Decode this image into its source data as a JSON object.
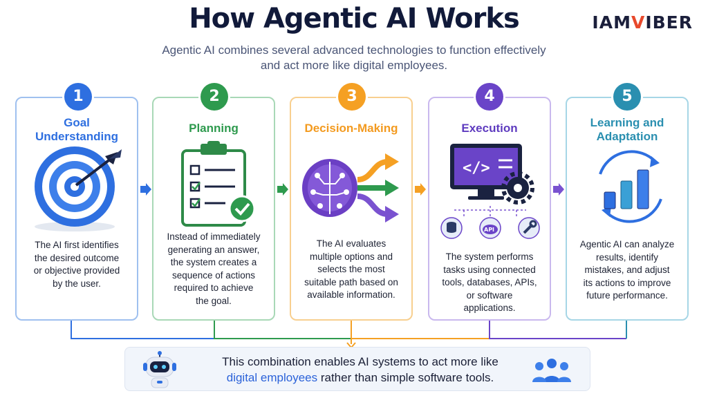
{
  "header": {
    "title": "How Agentic AI Works",
    "subtitle_line1": "Agentic AI combines several advanced technologies to function effectively",
    "subtitle_line2": "and act more like digital employees."
  },
  "logo": {
    "part1": "IAM",
    "part2": "V",
    "part3": "IBER"
  },
  "colors": {
    "step1": "#2e6fe0",
    "step2": "#2e9a4e",
    "step3": "#f5a023",
    "step4": "#6a44c8",
    "step5": "#2a8fb0",
    "highlight": "#2b62d9",
    "logo_accent": "#e8492c"
  },
  "steps": [
    {
      "number": "1",
      "title_line1": "Goal",
      "title_line2": "Understanding",
      "icon": "target-icon",
      "desc": [
        "The AI first identifies",
        "the desired outcome",
        "or objective provided",
        "by the user."
      ]
    },
    {
      "number": "2",
      "title_line1": "Planning",
      "title_line2": "",
      "icon": "clipboard-checklist-icon",
      "desc": [
        "Instead of immediately",
        "generating an answer,",
        "the system creates a",
        "sequence of actions",
        "required to achieve",
        "the goal."
      ]
    },
    {
      "number": "3",
      "title_line1": "Decision-Making",
      "title_line2": "",
      "icon": "brain-paths-icon",
      "desc": [
        "The AI evaluates",
        "multiple options and",
        "selects the most",
        "suitable path based on",
        "available information."
      ]
    },
    {
      "number": "4",
      "title_line1": "Execution",
      "title_line2": "",
      "icon": "monitor-code-icon",
      "api_label": "API",
      "desc": [
        "The system performs",
        "tasks using connected",
        "tools, databases, APIs,",
        "or software",
        "applications."
      ]
    },
    {
      "number": "5",
      "title_line1": "Learning and",
      "title_line2": "Adaptation",
      "icon": "growth-cycle-icon",
      "desc": [
        "Agentic AI can analyze",
        "results, identify",
        "mistakes, and adjust",
        "its actions to improve",
        "future performance."
      ]
    }
  ],
  "bottom": {
    "line1": "This combination enables AI systems to act more like",
    "highlight": "digital employees",
    "line2_rest": " rather than simple software tools.",
    "left_icon": "robot-icon",
    "right_icon": "people-group-icon"
  }
}
